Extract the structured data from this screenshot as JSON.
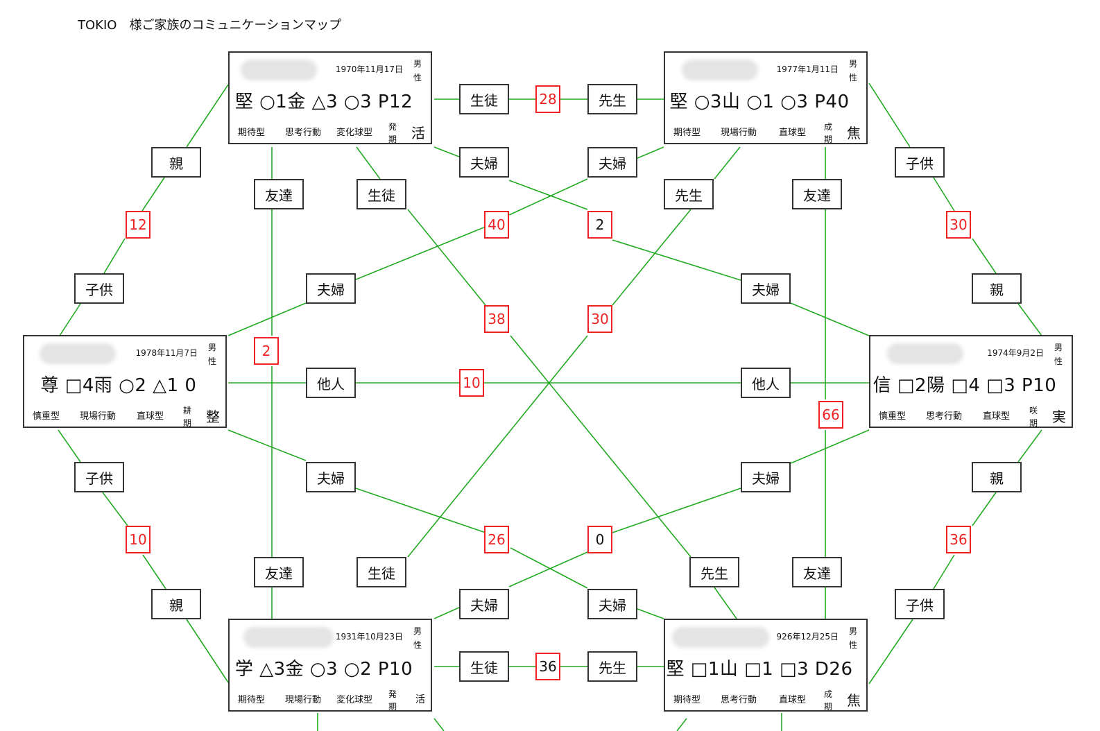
{
  "title": "TOKIO　様ご家族のコミュニケーションマップ",
  "colors": {
    "line": "#22aa22",
    "score_red": "#ee2222",
    "border": "#333333"
  },
  "people": [
    {
      "id": "tl",
      "date": "1970年11月17日",
      "gender": "男性",
      "code": "堅 ○1金 △3 ○3 P12",
      "traits": [
        "期待型",
        "思考行動",
        "変化球型"
      ],
      "period": "発期",
      "char": "活"
    },
    {
      "id": "tr",
      "date": "1977年1月11日",
      "gender": "男性",
      "code": "堅 ○3山 ○1 ○3 P40",
      "traits": [
        "期待型",
        "現場行動",
        "直球型"
      ],
      "period": "成期",
      "char": "焦"
    },
    {
      "id": "ml",
      "date": "1978年11月7日",
      "gender": "男性",
      "code": "尊 □4雨 ○2 △1 0",
      "traits": [
        "慎重型",
        "現場行動",
        "直球型"
      ],
      "period": "耕期",
      "char": "整"
    },
    {
      "id": "mr",
      "date": "1974年9月2日",
      "gender": "男性",
      "code": "信 □2陽 □4 □3 P10",
      "traits": [
        "慎重型",
        "思考行動",
        "直球型"
      ],
      "period": "咲期",
      "char": "実"
    },
    {
      "id": "bl",
      "date": "1931年10月23日",
      "gender": "男性",
      "code": "学 △3金 ○3 ○2 P10",
      "traits": [
        "期待型",
        "現場行動",
        "変化球型"
      ],
      "period": "発期",
      "char": "活"
    },
    {
      "id": "br",
      "date": "926年12月25日",
      "gender": "男性",
      "code": "堅 □1山 □1 □3 D26",
      "traits": [
        "期待型",
        "思考行動",
        "直球型"
      ],
      "period": "成期",
      "char": "焦"
    }
  ],
  "relations": [
    "生徒",
    "先生",
    "夫婦",
    "夫婦",
    "友達",
    "生徒",
    "先生",
    "友達",
    "親",
    "子供",
    "子供",
    "親",
    "夫婦",
    "夫婦",
    "他人",
    "他人",
    "子供",
    "親",
    "夫婦",
    "夫婦",
    "友達",
    "生徒",
    "先生",
    "友達",
    "親",
    "子供",
    "夫婦",
    "夫婦",
    "生徒",
    "先生"
  ],
  "scores": [
    "28",
    "12",
    "30",
    "40",
    "2",
    "38",
    "30",
    "2",
    "10",
    "66",
    "10",
    "26",
    "0",
    "36",
    "36"
  ]
}
